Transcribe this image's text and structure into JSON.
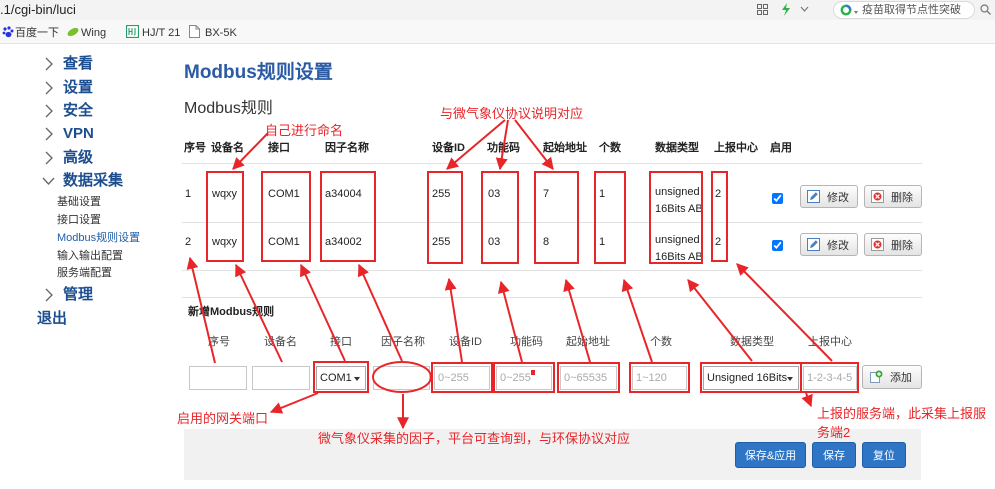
{
  "browser": {
    "url": ".1/cgi-bin/luci",
    "search_text": "疫苗取得节点性突破"
  },
  "bookmarks": [
    "百度一下",
    "Wing",
    "HJ/T 21",
    "BX-5K"
  ],
  "nav": {
    "items": [
      "查看",
      "设置",
      "安全",
      "VPN",
      "高级",
      "数据采集"
    ],
    "sub_items": [
      "基础设置",
      "接口设置",
      "Modbus规则设置",
      "输入输出配置",
      "服务端配置"
    ],
    "manage": "管理",
    "logout": "退出"
  },
  "page": {
    "title": "Modbus规则设置",
    "section": "Modbus规则"
  },
  "table": {
    "headers": [
      "序号",
      "设备名",
      "接口",
      "因子名称",
      "设备ID",
      "功能码",
      "起始地址",
      "个数",
      "数据类型",
      "上报中心",
      "启用"
    ],
    "rows": [
      {
        "no": "1",
        "device": "wqxy",
        "iface": "COM1",
        "factor": "a34004",
        "dev_id": "255",
        "func": "03",
        "start": "7",
        "count": "1",
        "dtype": "unsigned 16Bits AB",
        "center": "2",
        "enabled": true
      },
      {
        "no": "2",
        "device": "wqxy",
        "iface": "COM1",
        "factor": "a34002",
        "dev_id": "255",
        "func": "03",
        "start": "8",
        "count": "1",
        "dtype": "unsigned 16Bits AB",
        "center": "2",
        "enabled": true
      }
    ],
    "edit_label": "修改",
    "delete_label": "删除"
  },
  "add_form": {
    "title": "新增Modbus规则",
    "labels": [
      "序号",
      "设备名",
      "接口",
      "因子名称",
      "设备ID",
      "功能码",
      "起始地址",
      "个数",
      "数据类型",
      "上报中心"
    ],
    "iface_value": "COM1",
    "dtype_value": "Unsigned 16Bits",
    "placeholders": {
      "dev_id": "0~255",
      "func": "0~255",
      "start": "0~65535",
      "count": "1~120",
      "center": "1-2-3-4-5"
    },
    "add_label": "添加"
  },
  "actions": {
    "save_apply": "保存&应用",
    "save": "保存",
    "reset": "复位"
  },
  "annotations": {
    "naming": "自己进行命名",
    "protocol": "与微气象仪协议说明对应",
    "gateway_port": "启用的网关端口",
    "factor_note": "微气象仪采集的因子，平台可查询到，与环保协议对应",
    "server_note": "上报的服务端，此采集上报服务端2"
  },
  "colors": {
    "nav_text": "#1d4e8f",
    "title": "#2b5ba4",
    "annotation": "#e8262a",
    "primary_button": "#2e75c6"
  },
  "icons": [
    "grid-icon",
    "lightning-icon",
    "chevron-down-icon",
    "search-logo-icon",
    "search-icon",
    "baidu-paw-icon",
    "leaf-icon",
    "hjt-doc-icon",
    "doc-icon",
    "chevron-right-icon",
    "edit-icon",
    "delete-icon",
    "add-icon"
  ]
}
